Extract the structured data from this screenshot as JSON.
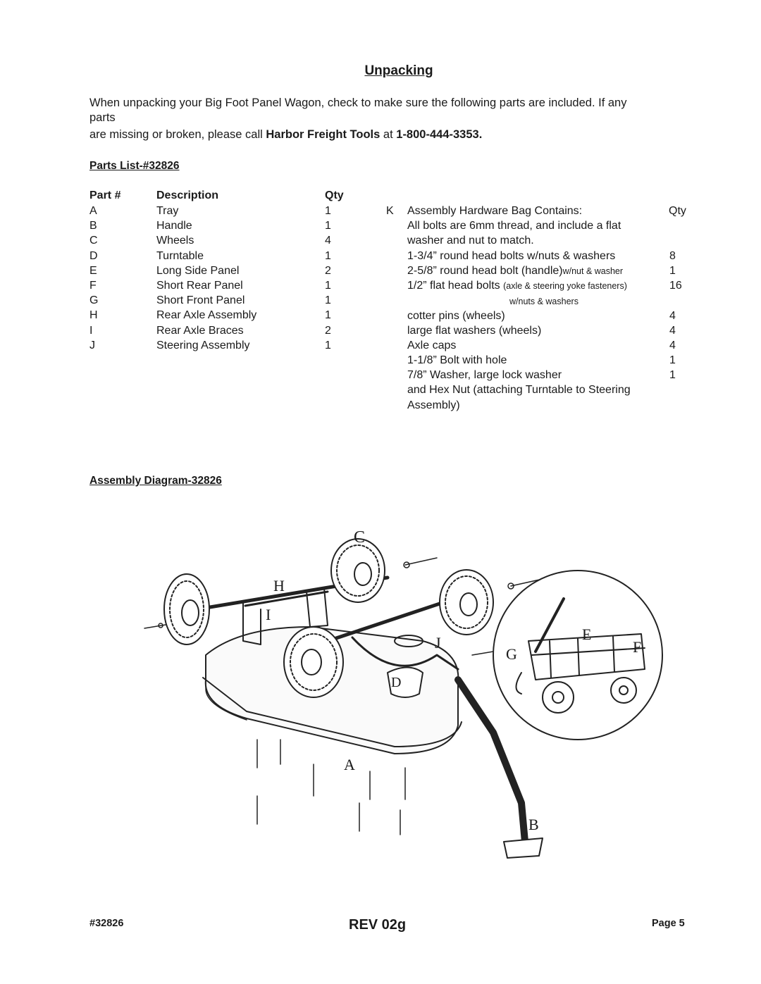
{
  "title": "Unpacking",
  "intro": {
    "line1": "When unpacking your Big Foot Panel Wagon, check to make sure the following parts are included.  If any",
    "line2": "parts",
    "line3_pre": "are missing or broken, please call ",
    "line3_bold": "Harbor Freight Tools",
    "line3_mid": " at ",
    "line3_phone": "1-800-444-3353."
  },
  "parts_list_heading": "Parts List-#32826",
  "columns": {
    "part": "Part #",
    "description": "Description",
    "qty": "Qty"
  },
  "parts": [
    {
      "part": "A",
      "description": "Tray",
      "qty": "1"
    },
    {
      "part": "B",
      "description": "Handle",
      "qty": "1"
    },
    {
      "part": "C",
      "description": "Wheels",
      "qty": "4"
    },
    {
      "part": "D",
      "description": "Turntable",
      "qty": "1"
    },
    {
      "part": "E",
      "description": "Long Side Panel",
      "qty": "2"
    },
    {
      "part": "F",
      "description": "Short Rear Panel",
      "qty": "1"
    },
    {
      "part": "G",
      "description": "Short Front Panel",
      "qty": "1"
    },
    {
      "part": "H",
      "description": "Rear Axle Assembly",
      "qty": "1"
    },
    {
      "part": "I",
      "description": "Rear Axle Braces",
      "qty": "2"
    },
    {
      "part": "J",
      "description": "Steering Assembly",
      "qty": "1"
    }
  ],
  "hardware": {
    "part": "K",
    "heading": "Assembly Hardware Bag Contains:",
    "qty_label": "Qty",
    "note1": "All bolts are 6mm thread, and include a flat",
    "note2": "washer and nut to match.",
    "row1": {
      "text": "1-3/4” round head bolts w/nuts & washers",
      "qty": "8"
    },
    "row2": {
      "text": "2-5/8” round head bolt (handle)",
      "small": "w/nut & washer",
      "qty": "1"
    },
    "row3": {
      "text": "1/2” flat head bolts ",
      "small": "(axle & steering yoke fasteners)",
      "qty": "16"
    },
    "row3_sub": "w/nuts & washers",
    "row4": {
      "text": "cotter pins (wheels)",
      "qty": "4"
    },
    "row5": {
      "text": "large flat washers (wheels)",
      "qty": "4"
    },
    "row6": {
      "text": "Axle caps",
      "qty": "4"
    },
    "row7": {
      "text": "1-1/8” Bolt with hole",
      "qty": "1"
    },
    "row8": {
      "text": "7/8” Washer, large lock washer",
      "qty": "1"
    },
    "row9": "and Hex Nut (attaching Turntable to Steering",
    "row10": "Assembly)"
  },
  "diagram_heading": "Assembly Diagram-32826",
  "diagram_labels": {
    "A": "A",
    "B": "B",
    "C": "C",
    "D": "D",
    "E": "E",
    "F": "F",
    "G": "G",
    "H": "H",
    "I": "I",
    "J": "J"
  },
  "footer": {
    "left": "#32826",
    "center": "REV 02g",
    "right": "Page 5"
  }
}
